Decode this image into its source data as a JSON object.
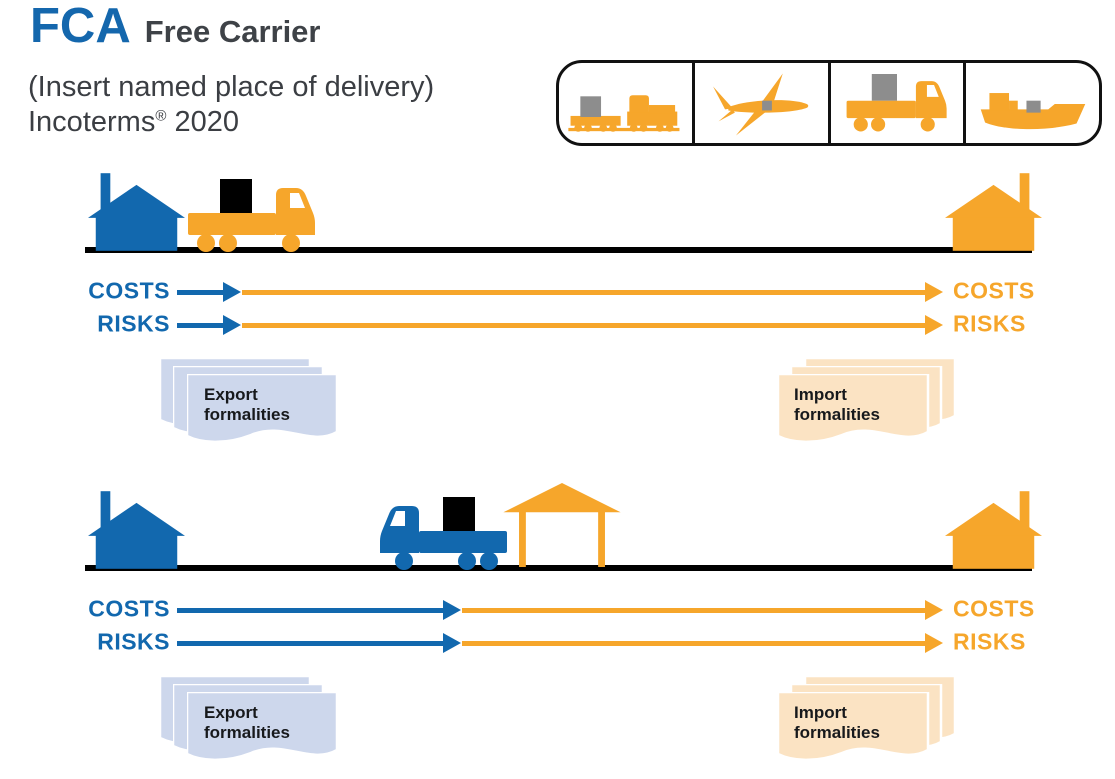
{
  "title": {
    "code": "FCA",
    "name": "Free Carrier"
  },
  "subtitle": {
    "text": "(Insert named place of delivery) Incoterms",
    "reg_mark": "®",
    "year": " 2020"
  },
  "transport_modes": {
    "items": [
      {
        "icon": "rail"
      },
      {
        "icon": "air"
      },
      {
        "icon": "road"
      },
      {
        "icon": "sea"
      }
    ]
  },
  "sections": [
    {
      "costs_left": "COSTS",
      "risks_left": "RISKS",
      "costs_right": "COSTS",
      "risks_right": "RISKS",
      "export_docs": "Export formalities",
      "import_docs": "Import formalities"
    },
    {
      "costs_left": "COSTS",
      "risks_left": "RISKS",
      "costs_right": "COSTS",
      "risks_right": "RISKS",
      "export_docs": "Export formalities",
      "import_docs": "Import formalities"
    }
  ],
  "colors": {
    "blue": "#1268AE",
    "orange": "#F6A62B",
    "title_blue": "#1467AD",
    "dark_text": "#3B3E43",
    "export_paper": "#CDD7EC",
    "import_paper": "#FBE3C3",
    "cargo_black": "#000000",
    "cargo_gray": "#8D8D8D",
    "ground": "#000000"
  }
}
